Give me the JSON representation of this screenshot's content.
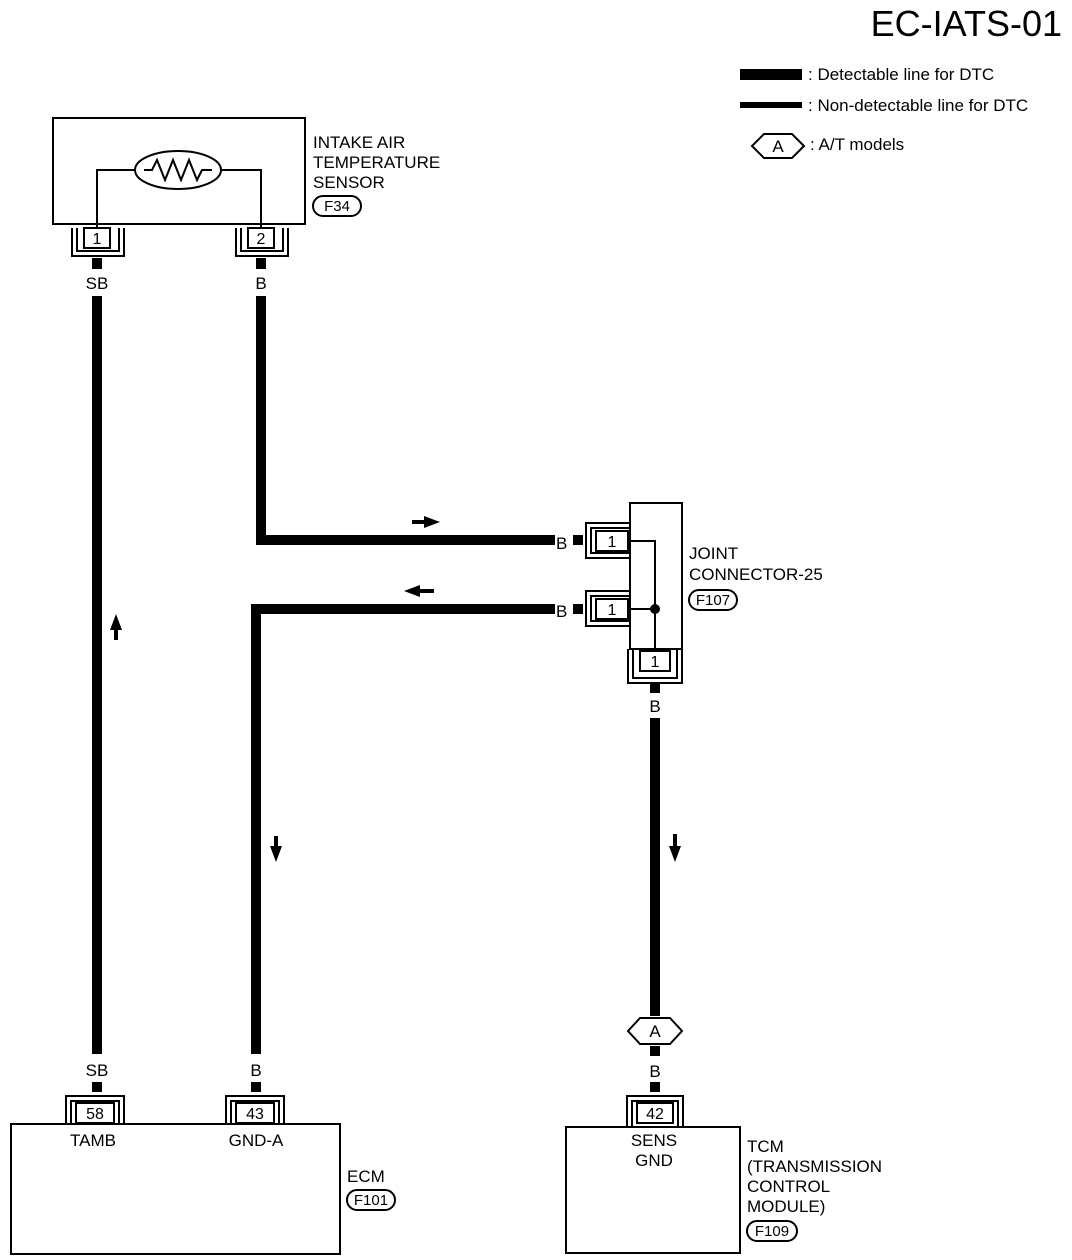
{
  "title": "EC-IATS-01",
  "legend": {
    "detectable": ": Detectable line for DTC",
    "non_detectable": ": Non-detectable line for DTC",
    "at_symbol": "A",
    "at_models": ": A/T models"
  },
  "sensor": {
    "name_line1": "INTAKE AIR",
    "name_line2": "TEMPERATURE",
    "name_line3": "SENSOR",
    "connector": "F34",
    "pin1": "1",
    "pin2": "2"
  },
  "wires": {
    "sensor_pin1_color": "SB",
    "sensor_pin2_color": "B",
    "joint_in_top_color": "B",
    "joint_in_bottom_color": "B",
    "joint_out_color": "B",
    "ecm_pin58_color": "SB",
    "ecm_pin43_color": "B",
    "tcm_pin42_color": "B"
  },
  "joint_connector": {
    "name_line1": "JOINT",
    "name_line2": "CONNECTOR-25",
    "connector": "F107",
    "pin_top": "1",
    "pin_middle": "1",
    "pin_bottom": "1"
  },
  "at_marker": "A",
  "ecm": {
    "name": "ECM",
    "connector": "F101",
    "pin58": "58",
    "pin43": "43",
    "terminal58": "TAMB",
    "terminal43": "GND-A"
  },
  "tcm": {
    "name_line1": "TCM",
    "name_line2": "(TRANSMISSION",
    "name_line3": "CONTROL",
    "name_line4": "MODULE)",
    "connector": "F109",
    "pin42": "42",
    "terminal_line1": "SENS",
    "terminal_line2": "GND"
  },
  "colors": {
    "ink": "#000000",
    "paper": "#ffffff"
  }
}
